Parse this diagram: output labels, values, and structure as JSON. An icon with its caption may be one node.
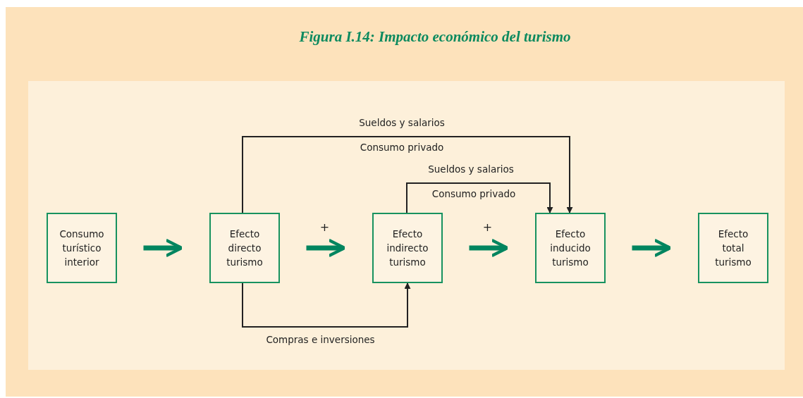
{
  "diagram": {
    "title": "Figura I.14: Impacto económico del turismo",
    "nodes": [
      {
        "text": [
          "Consumo turístico interior"
        ]
      },
      {
        "text": [
          "Efecto directo turismo"
        ]
      },
      {
        "text": [
          "Efecto indirecto turismo"
        ]
      },
      {
        "text": [
          "Efecto inducido turismo"
        ]
      },
      {
        "text": [
          "Efecto total turismo"
        ]
      }
    ],
    "edges": [
      {
        "from": 0,
        "to": 1,
        "arrow": "to"
      },
      {
        "from": 1,
        "to": 2,
        "arrow": "to",
        "label": "+"
      },
      {
        "from": 2,
        "to": 3,
        "arrow": "to",
        "label": "+"
      },
      {
        "from": 3,
        "to": 4,
        "arrow": "to"
      },
      {
        "from": 1,
        "to": 3,
        "arrow": "to",
        "label": "Sueldos y salarios",
        "color": "#222222"
      },
      {
        "from": 2,
        "to": 3,
        "arrow": "to",
        "label": "Sueldos y salarios",
        "color": "#222222"
      },
      {
        "from": 1,
        "to": 2,
        "arrow": "to",
        "label": "Compras e inversiones",
        "color": "#222222"
      }
    ],
    "labels": [
      "Consumo privado",
      "Consumo privado"
    ]
  }
}
